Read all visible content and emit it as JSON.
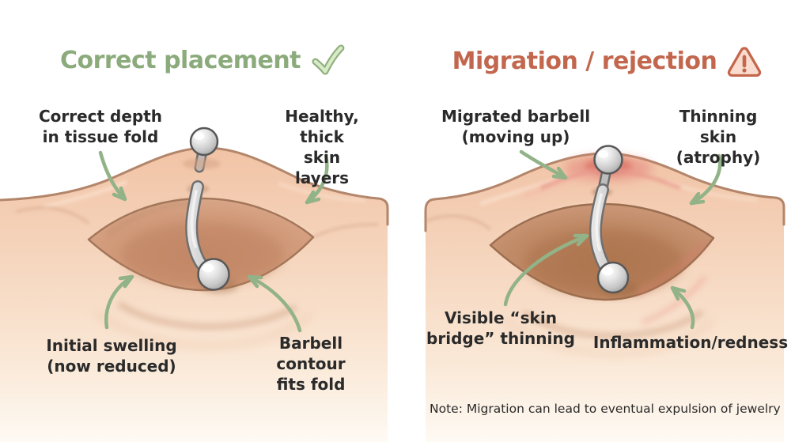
{
  "left_panel": {
    "title": "Correct placement",
    "labels": {
      "top_left": "Correct depth\nin tissue fold",
      "top_right": "Healthy, thick\nskin layers",
      "bottom_left": "Initial swelling\n(now reduced)",
      "bottom_right": "Barbell contour\nfits fold"
    }
  },
  "right_panel": {
    "title": "Migration / rejection",
    "labels": {
      "top_left": "Migrated barbell\n(moving up)",
      "top_right": "Thinning skin\n(atrophy)",
      "bottom_left": "Visible “skin\nbridge” thinning",
      "bottom_right": "Inflammation/redness"
    },
    "note": "Note: Migration can lead to eventual expulsion of jewelry"
  },
  "icons": {
    "check": "check-icon",
    "warning": "warning-triangle-icon"
  },
  "colors": {
    "correct_title": "#8cab7c",
    "rejection_title": "#c2674d",
    "label_text": "#2a2a2a",
    "arrow_green": "#92b287",
    "skin_base": "#f1c3a5",
    "skin_outline": "#b3866b",
    "fold_interior": "#d19a7a",
    "inflamed_red": "#e4827a",
    "metal_silver": "#c6c6c6"
  }
}
